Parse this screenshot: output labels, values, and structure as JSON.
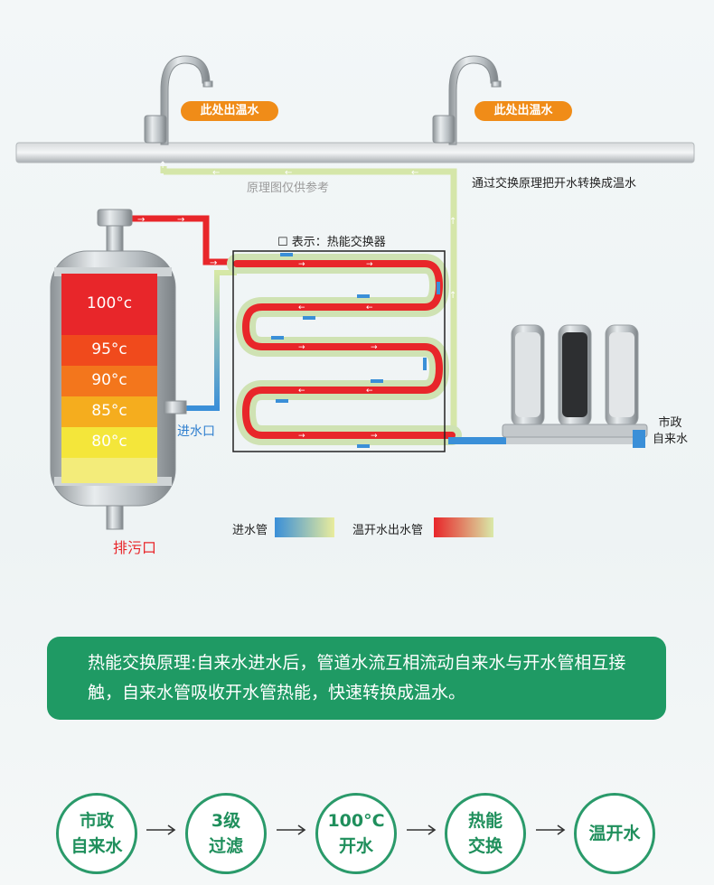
{
  "faucet_tags": [
    "此处出温水",
    "此处出温水"
  ],
  "reference_note": "原理图仅供参考",
  "exchange_note": "通过交换原理把开水转换成温水",
  "legend_box": "☐ 表示：热能交换器",
  "tank_temps": [
    "100°c",
    "95°c",
    "90°c",
    "85°c",
    "80°c"
  ],
  "inlet_label": "进水口",
  "drain_label": "排污口",
  "tap_label": [
    "市政",
    "自来水"
  ],
  "pipe_legend": {
    "in": "进水管",
    "out": "温开水出水管"
  },
  "principle_text": "热能交换原理:自来水进水后，管道水流互相流动自来水与开水管相互接触，自来水管吸收开水管热能，快速转换成温水。",
  "flow_steps": [
    [
      "市政",
      "自来水"
    ],
    [
      "3级",
      "过滤"
    ],
    [
      "100°C",
      "开水"
    ],
    [
      "热能",
      "交换"
    ],
    [
      "温开水"
    ]
  ],
  "colors": {
    "hot_pipe": "#e8262a",
    "cold_pipe": "#3a8fd8",
    "warm_pipe": "#cfe3a8",
    "accent": "#1f9a64",
    "tag": "#f08c18"
  }
}
